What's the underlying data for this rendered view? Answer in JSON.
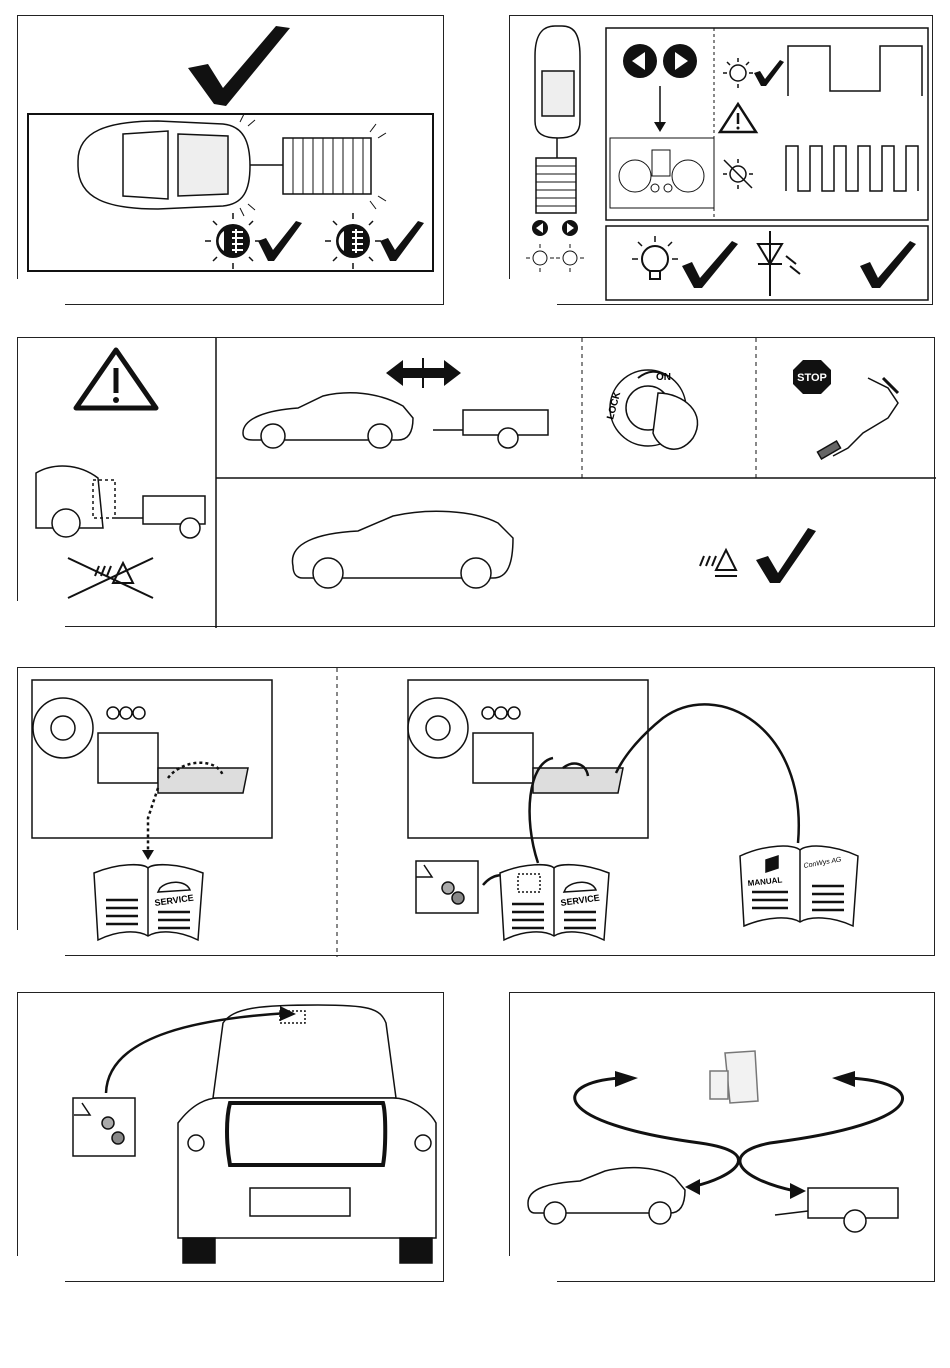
{
  "panels": {
    "trailer_fog": {
      "icons": [
        "checkmark-icon",
        "fog-lamp-icon",
        "checkmark-icon",
        "fog-lamp-icon",
        "checkmark-icon"
      ]
    },
    "indicators": {
      "icons": [
        "turn-signal-left-icon",
        "turn-signal-right-icon",
        "bulb-check-icon",
        "warning-icon",
        "bulb-fail-icon",
        "bulb-icon",
        "led-icon",
        "checkmark-icon"
      ]
    },
    "warning": {
      "ignition": {
        "lock_label": "LOCK",
        "on_label": "ON"
      },
      "stop_sign": "STOP",
      "icons": [
        "warning-triangle-icon",
        "park-assist-off-icon",
        "double-arrow-icon",
        "park-assist-icon",
        "checkmark-icon"
      ]
    },
    "manual": {
      "service_label_1": "SERVICE",
      "service_label_2": "SERVICE",
      "manual_label": "MANUAL",
      "brand_label": "ConWys AG"
    },
    "trunk": {
      "icons": [
        "sticker-icon",
        "arrow-icon"
      ]
    },
    "cycle": {
      "icons": [
        "tow-hook-icon",
        "car-icon",
        "trailer-icon",
        "arrow-icon"
      ]
    }
  }
}
